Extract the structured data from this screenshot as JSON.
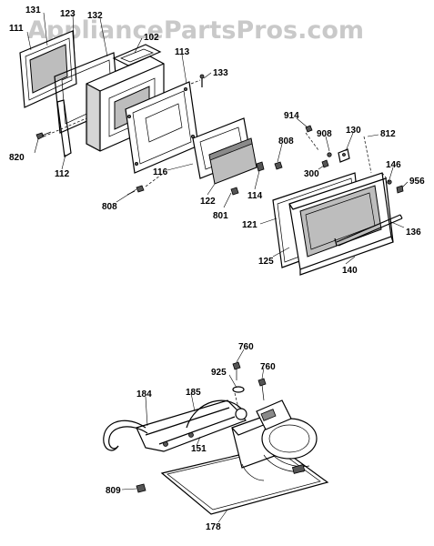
{
  "watermark": "AppliancePartsPros.com",
  "callouts": [
    {
      "id": "c111",
      "label": "111"
    },
    {
      "id": "c131",
      "label": "131"
    },
    {
      "id": "c123",
      "label": "123"
    },
    {
      "id": "c132",
      "label": "132"
    },
    {
      "id": "c102",
      "label": "102"
    },
    {
      "id": "c113",
      "label": "113"
    },
    {
      "id": "c133",
      "label": "133"
    },
    {
      "id": "c820",
      "label": "820"
    },
    {
      "id": "c112",
      "label": "112"
    },
    {
      "id": "c116",
      "label": "116"
    },
    {
      "id": "c808a",
      "label": "808"
    },
    {
      "id": "c122",
      "label": "122"
    },
    {
      "id": "c114",
      "label": "114"
    },
    {
      "id": "c801",
      "label": "801"
    },
    {
      "id": "c808b",
      "label": "808"
    },
    {
      "id": "c914",
      "label": "914"
    },
    {
      "id": "c908",
      "label": "908"
    },
    {
      "id": "c130",
      "label": "130"
    },
    {
      "id": "c812",
      "label": "812"
    },
    {
      "id": "c300",
      "label": "300"
    },
    {
      "id": "c146",
      "label": "146"
    },
    {
      "id": "c956",
      "label": "956"
    },
    {
      "id": "c121",
      "label": "121"
    },
    {
      "id": "c136",
      "label": "136"
    },
    {
      "id": "c125",
      "label": "125"
    },
    {
      "id": "c140",
      "label": "140"
    },
    {
      "id": "c760a",
      "label": "760"
    },
    {
      "id": "c925",
      "label": "925"
    },
    {
      "id": "c760b",
      "label": "760"
    },
    {
      "id": "c184",
      "label": "184"
    },
    {
      "id": "c185",
      "label": "185"
    },
    {
      "id": "c151",
      "label": "151"
    },
    {
      "id": "c809",
      "label": "809"
    },
    {
      "id": "c178",
      "label": "178"
    }
  ]
}
